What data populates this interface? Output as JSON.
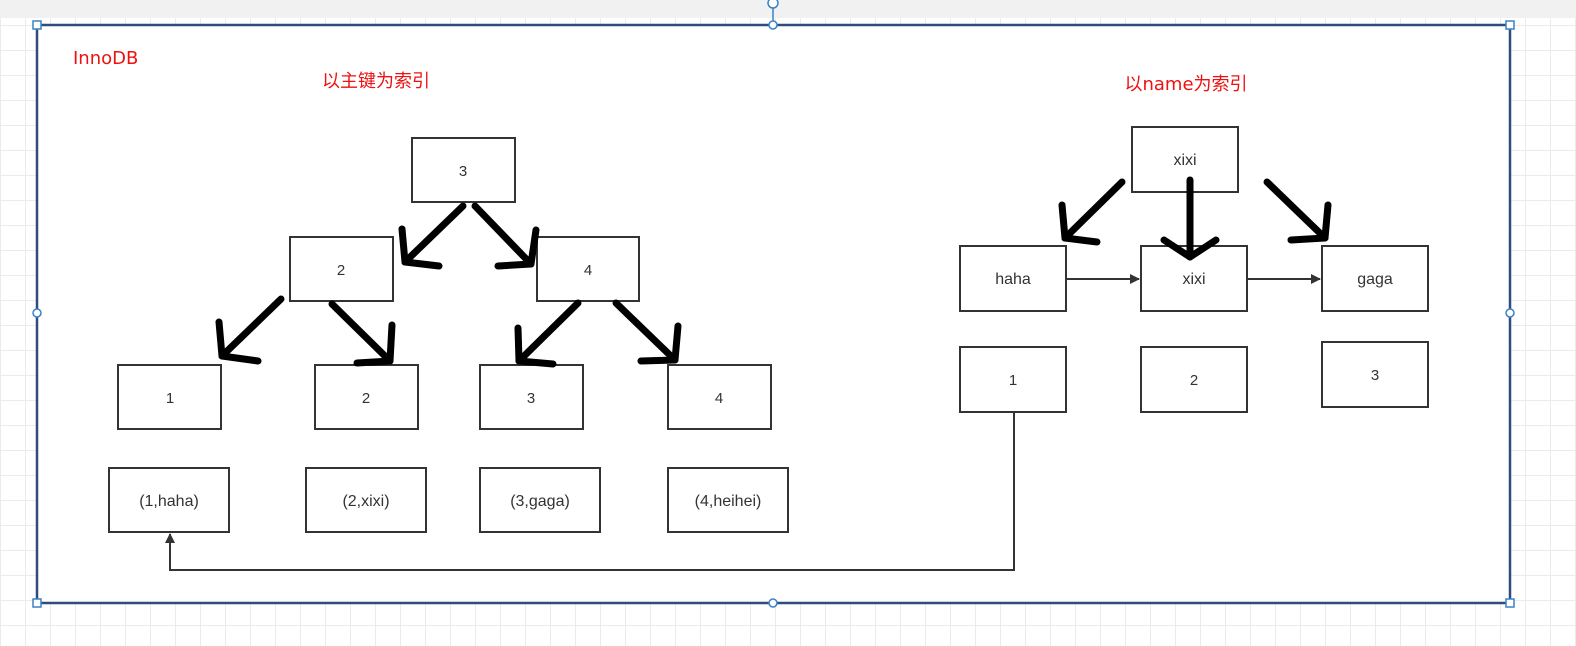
{
  "diagram": {
    "storage_engine_label": "InnoDB",
    "primary_index_title": "以主键为索引",
    "name_index_title": "以name为索引",
    "primary_tree": {
      "root": "3",
      "level2": [
        "2",
        "4"
      ],
      "leaves": [
        "1",
        "2",
        "3",
        "4"
      ],
      "rows": [
        "(1,haha)",
        "(2,xixi)",
        "(3,gaga)",
        "(4,heihei)"
      ]
    },
    "name_tree": {
      "root": "xixi",
      "level2": [
        "haha",
        "xixi",
        "gaga"
      ],
      "pointers": [
        "1",
        "2",
        "3"
      ]
    }
  },
  "colors": {
    "title_red": "#ee1111",
    "box_stroke": "#333333",
    "selection_blue": "#3b82c4"
  }
}
